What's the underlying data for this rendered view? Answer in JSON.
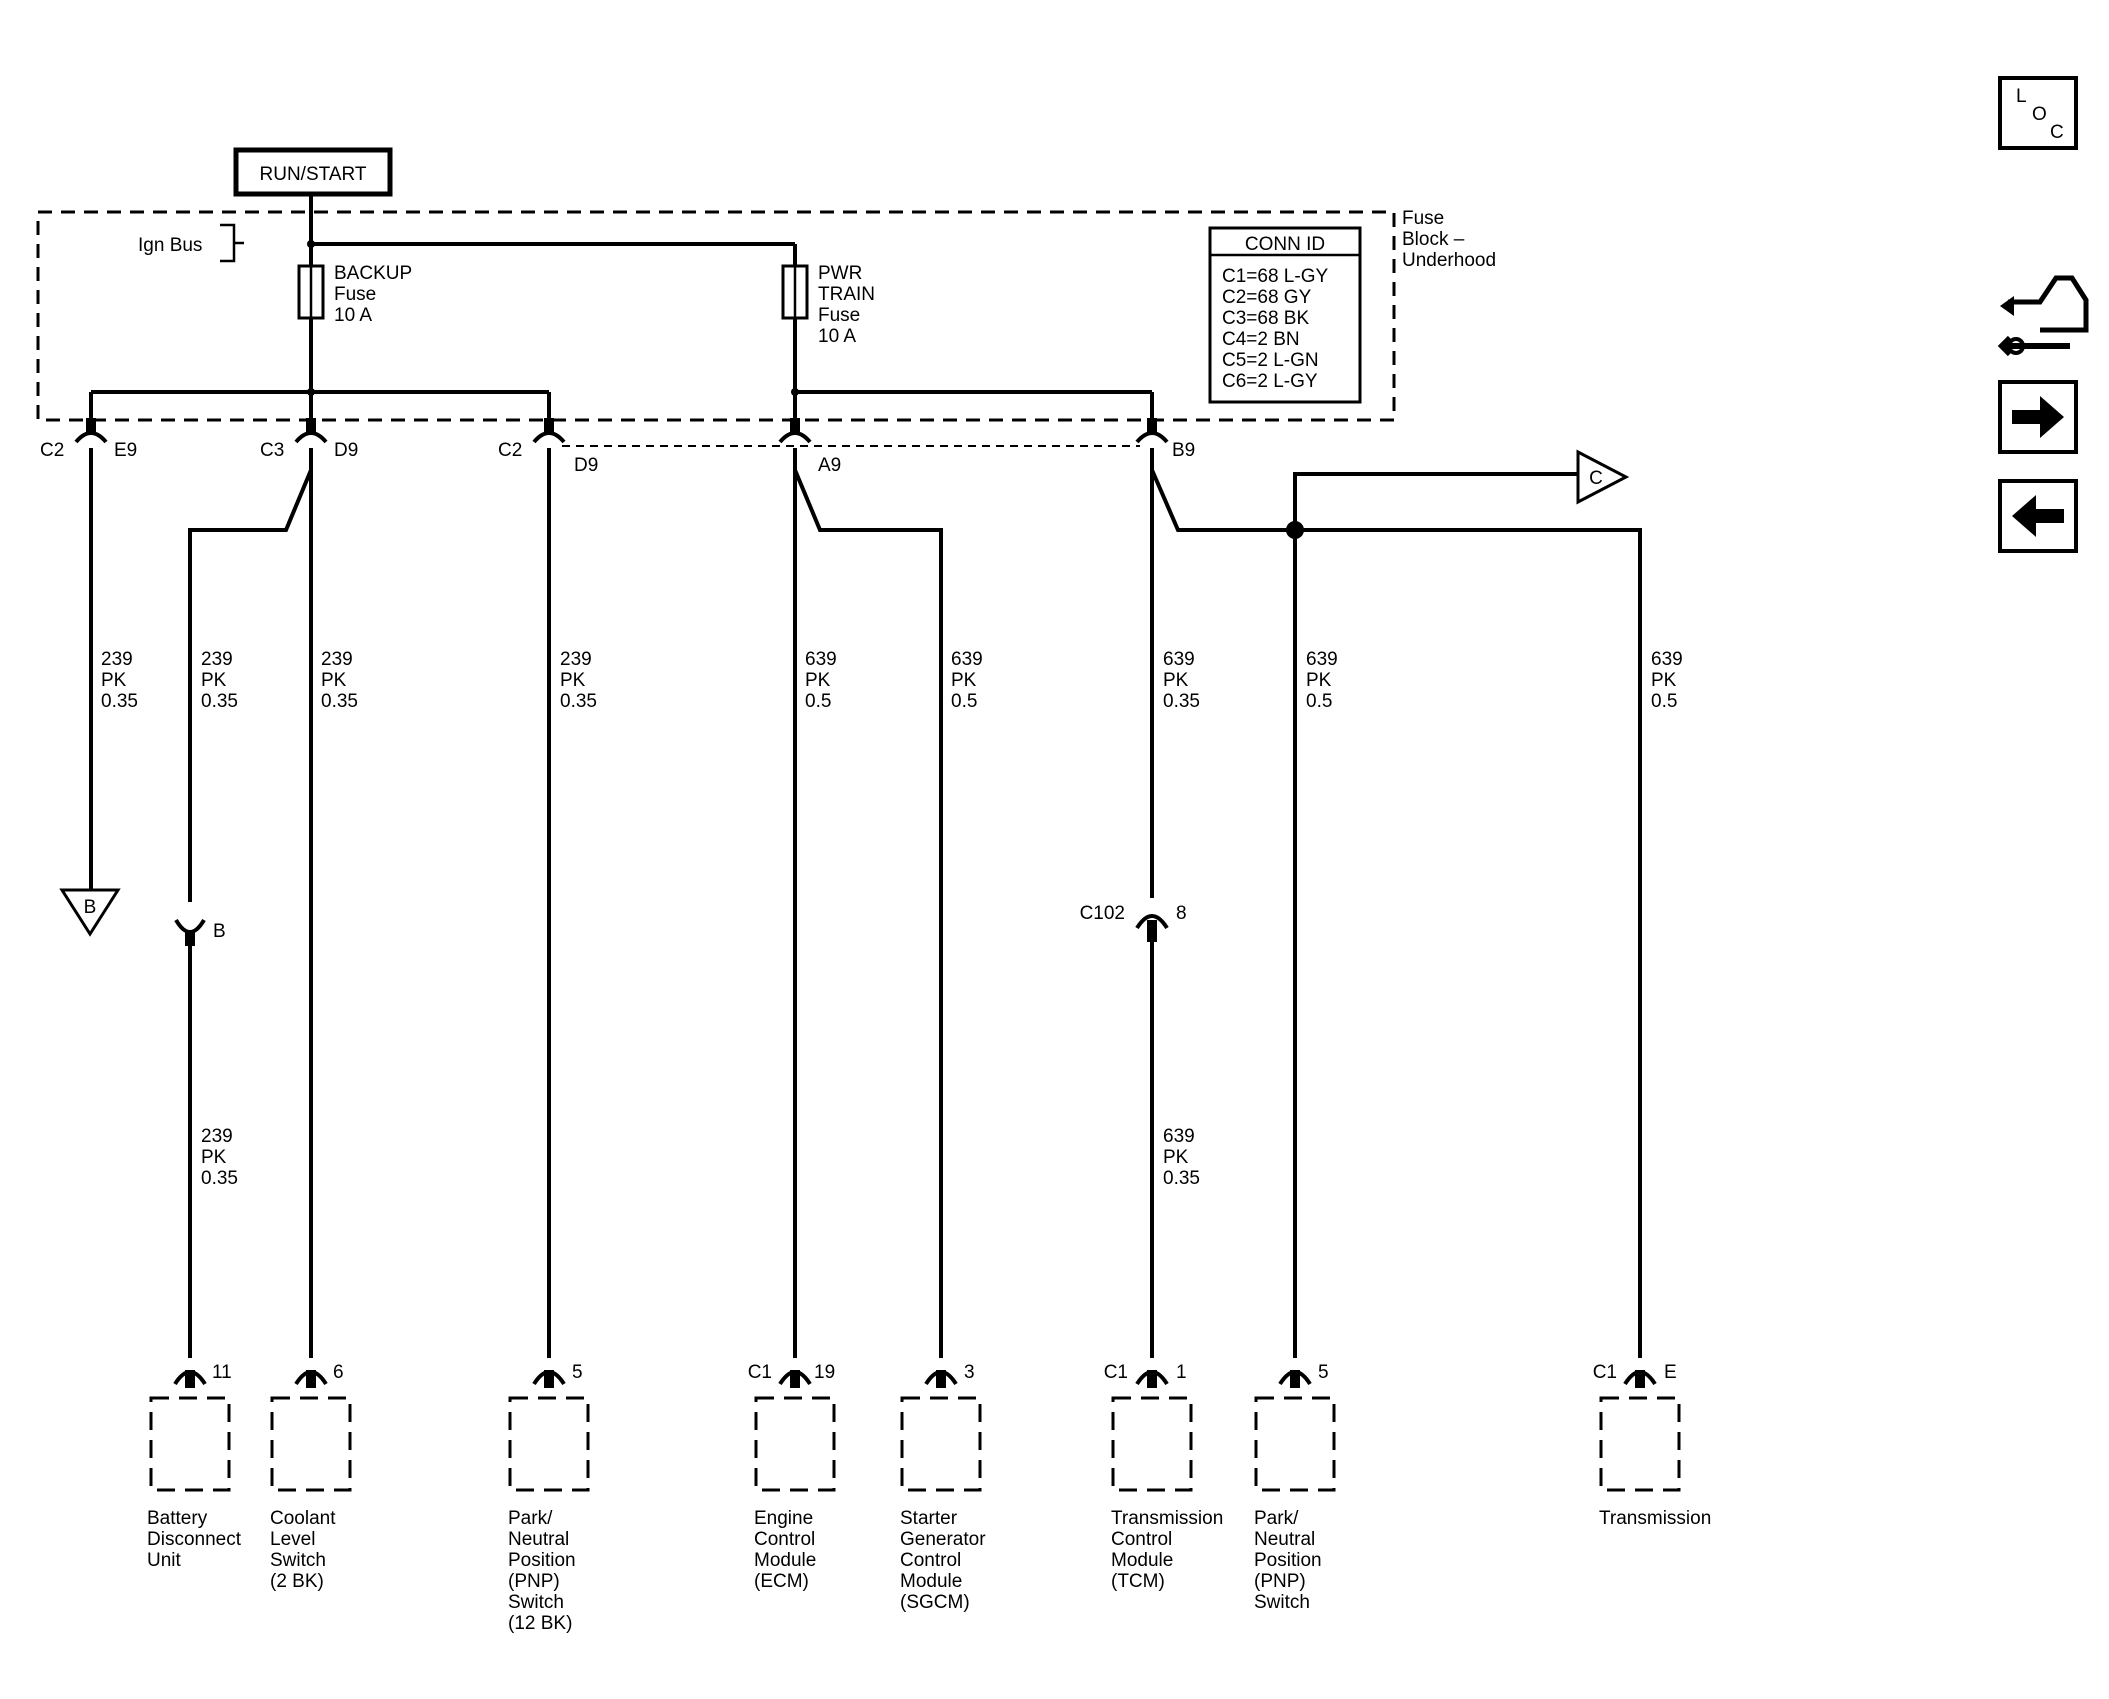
{
  "power_source": "RUN/START",
  "ign_bus": "Ign Bus",
  "fuse_block": [
    "Fuse",
    "Block –",
    "Underhood"
  ],
  "fuses": [
    {
      "lines": [
        "BACKUP",
        "Fuse",
        "10 A"
      ]
    },
    {
      "lines": [
        "PWR",
        "TRAIN",
        "Fuse",
        "10 A"
      ]
    }
  ],
  "conn_id": {
    "title": "CONN ID",
    "rows": [
      "C1=68 L-GY",
      "C2=68 GY",
      "C3=68 BK",
      "C4=2 BN",
      "C5=2 L-GN",
      "C6=2 L-GY"
    ]
  },
  "top_connectors": [
    {
      "conn": "C2",
      "pin": "E9"
    },
    {
      "conn": "C3",
      "pin": "D9"
    },
    {
      "conn": "C2",
      "pin": "D9"
    },
    {
      "conn": "",
      "pin": "A9"
    },
    {
      "conn": "",
      "pin": "B9"
    }
  ],
  "wire_labels": [
    {
      "circuit": "239",
      "color": "PK",
      "gauge": "0.35"
    },
    {
      "circuit": "239",
      "color": "PK",
      "gauge": "0.35"
    },
    {
      "circuit": "239",
      "color": "PK",
      "gauge": "0.35"
    },
    {
      "circuit": "239",
      "color": "PK",
      "gauge": "0.35"
    },
    {
      "circuit": "639",
      "color": "PK",
      "gauge": "0.5"
    },
    {
      "circuit": "639",
      "color": "PK",
      "gauge": "0.5"
    },
    {
      "circuit": "639",
      "color": "PK",
      "gauge": "0.35"
    },
    {
      "circuit": "639",
      "color": "PK",
      "gauge": "0.5"
    },
    {
      "circuit": "639",
      "color": "PK",
      "gauge": "0.5"
    },
    {
      "circuit": "239",
      "color": "PK",
      "gauge": "0.35"
    },
    {
      "circuit": "639",
      "color": "PK",
      "gauge": "0.35"
    }
  ],
  "offpage_refs": {
    "down": "B",
    "right": "C"
  },
  "inline_connectors": [
    {
      "conn": "",
      "pin": "B"
    },
    {
      "conn": "C102",
      "pin": "8"
    }
  ],
  "component_pins": [
    {
      "conn": "",
      "pin": "11"
    },
    {
      "conn": "",
      "pin": "6"
    },
    {
      "conn": "",
      "pin": "5"
    },
    {
      "conn": "C1",
      "pin": "19"
    },
    {
      "conn": "",
      "pin": "3"
    },
    {
      "conn": "C1",
      "pin": "1"
    },
    {
      "conn": "",
      "pin": "5"
    },
    {
      "conn": "C1",
      "pin": "E"
    }
  ],
  "components": [
    {
      "lines": [
        "Battery",
        "Disconnect",
        "Unit"
      ]
    },
    {
      "lines": [
        "Coolant",
        "Level",
        "Switch",
        "(2 BK)"
      ]
    },
    {
      "lines": [
        "Park/",
        "Neutral",
        "Position",
        "(PNP)",
        "Switch",
        "(12 BK)"
      ]
    },
    {
      "lines": [
        "Engine",
        "Control",
        "Module",
        "(ECM)"
      ]
    },
    {
      "lines": [
        "Starter",
        "Generator",
        "Control",
        "Module",
        "(SGCM)"
      ]
    },
    {
      "lines": [
        "Transmission",
        "Control",
        "Module",
        "(TCM)"
      ]
    },
    {
      "lines": [
        "Park/",
        "Neutral",
        "Position",
        "(PNP)",
        "Switch"
      ]
    },
    {
      "lines": [
        "Transmission"
      ]
    }
  ],
  "nav": {
    "loc": [
      "L",
      "O",
      "C"
    ],
    "service_icon": "car-wrench-icon",
    "next_icon": "arrow-right-icon",
    "prev_icon": "arrow-left-icon"
  }
}
